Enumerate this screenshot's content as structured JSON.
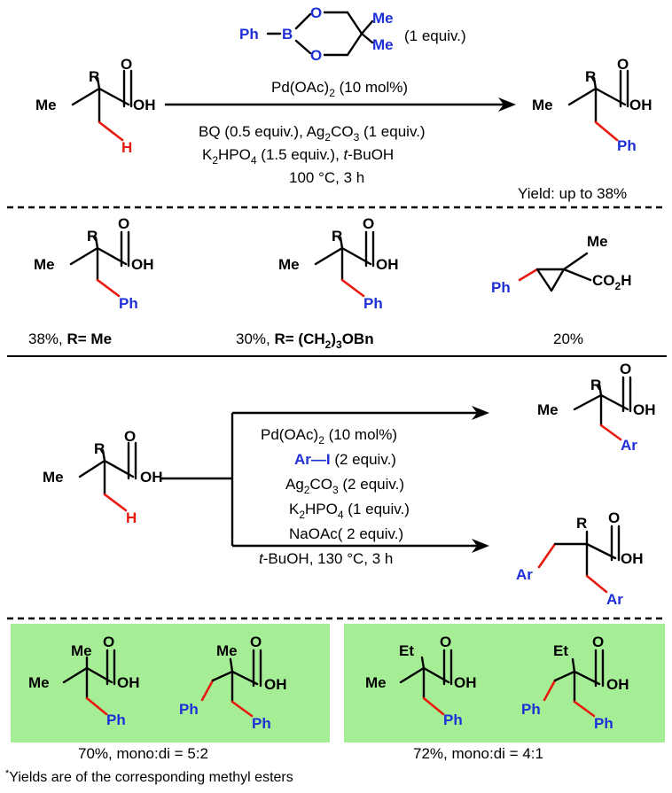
{
  "top_reaction": {
    "boronate": {
      "ph": "Ph",
      "b": "B",
      "o_top": "O",
      "o_bot": "O",
      "me1": "Me",
      "me2": "Me",
      "equiv": "(1 equiv.)"
    },
    "conditions": [
      "Pd(OAc)",
      "BQ (0.5 equiv.), Ag",
      "K",
      "100 °C, 3 h"
    ],
    "yield_note": "Yield: up to 38%"
  },
  "atoms": {
    "R": "R",
    "Me": "Me",
    "O": "O",
    "OH": "OH",
    "H": "H",
    "Ph": "Ph",
    "Ar": "Ar",
    "Et": "Et",
    "CO2H": "CO",
    "CO2H_sub": "2",
    "CO2H_H": "H"
  },
  "examples": [
    {
      "yield": "38%, ",
      "label": "R= Me"
    },
    {
      "yield": "30%, ",
      "label": "R= (CH",
      "label_sub": "2",
      "label_tail": ")",
      "label_sub2": "3",
      "label_end": "OBn"
    },
    {
      "yield": "20%"
    }
  ],
  "bottom_reaction": {
    "conditions": [
      "Pd(OAc)",
      "(10 mol%)",
      "Ar—I",
      " (2 equiv.)",
      "Ag",
      "CO",
      " (2 equiv.)",
      "K",
      "HPO",
      " (1 equiv.)",
      "NaOAc( 2 equiv.)",
      "t",
      "-BuOH, 130 °C, 3 h"
    ]
  },
  "results": [
    {
      "yield": "70%, mono:di = 5:2"
    },
    {
      "yield": "72%, mono:di = 4:1"
    }
  ],
  "footnote": {
    "star": "*",
    "text": "Yields are of the corresponding methyl esters"
  },
  "colors": {
    "highlight_box": "#a6ee96",
    "blue": "#1f2fd6",
    "red": "#e8190f"
  }
}
